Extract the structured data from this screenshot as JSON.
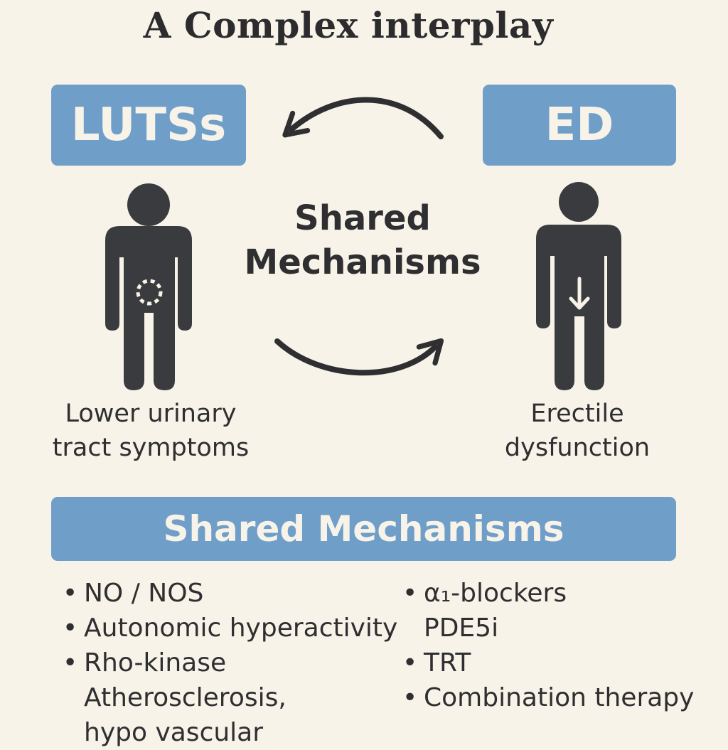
{
  "title": "A Complex interplay",
  "left_box": {
    "label": "LUTSs"
  },
  "right_box": {
    "label": "ED"
  },
  "center": {
    "line1": "Shared",
    "line2": "Mechanisms"
  },
  "left_figure": {
    "icon": "person-bladder-icon",
    "caption_line1": "Lower urinary",
    "caption_line2": "tract symptoms"
  },
  "right_figure": {
    "icon": "person-down-arrow-icon",
    "caption_line1": "Erectile",
    "caption_line2": "dysfunction"
  },
  "shared_header": "Shared Mechanisms",
  "mechanisms": [
    {
      "text": "NO / NOS",
      "bullet": true
    },
    {
      "text": "Autonomic hyperactivity",
      "bullet": true
    },
    {
      "text": "Rho-kinase",
      "bullet": true
    },
    {
      "text": "Atherosclerosis,",
      "bullet": false
    },
    {
      "text": "hypo vascular",
      "bullet": false
    }
  ],
  "treatments": [
    {
      "text": "α₁-blockers",
      "bullet": true
    },
    {
      "text": "PDE5i",
      "bullet": false
    },
    {
      "text": "TRT",
      "bullet": true
    },
    {
      "text": "Combination therapy",
      "bullet": true
    }
  ],
  "colors": {
    "background": "#f8f3e8",
    "box": "#6f9fc8",
    "text": "#2f2f31",
    "figure": "#3a3b3e"
  }
}
